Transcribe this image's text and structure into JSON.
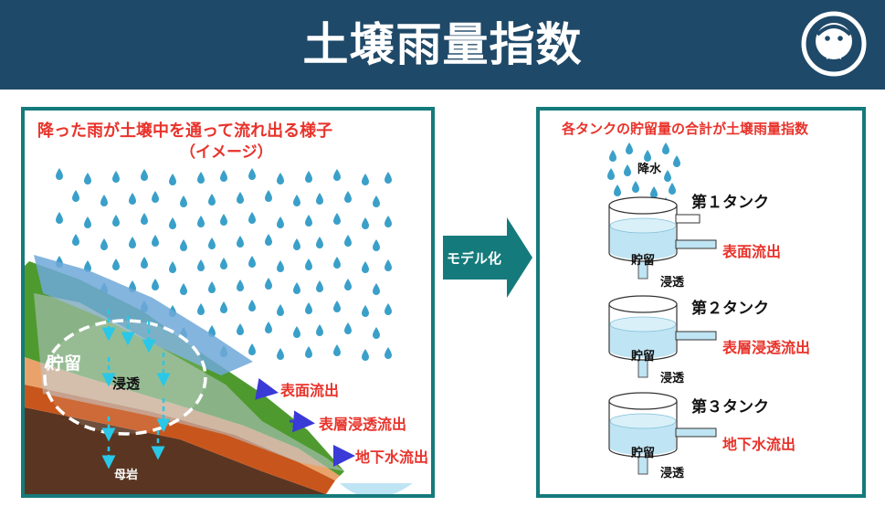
{
  "header": {
    "title": "土壌雨量指数",
    "logo_icon": "mascot-logo-icon",
    "background_color": "#1f4968"
  },
  "left_panel": {
    "caption_line1": "降った雨が土壌中を通って流れ出る様子",
    "caption_line2": "（イメージ）",
    "label_storage": "貯留",
    "label_infiltration": "浸透",
    "label_bedrock": "母岩",
    "flow_surface": "表面流出",
    "flow_subsurface": "表層浸透流出",
    "flow_groundwater": "地下水流出"
  },
  "arrow": {
    "label": "モデル化",
    "color": "#157a7b"
  },
  "right_panel": {
    "caption": "各タンクの貯留量の合計が土壌雨量指数",
    "rain_label": "降水",
    "tanks": [
      {
        "name": "第１タンク",
        "storage": "貯留",
        "outflow": "表面流出",
        "infiltration": "浸透"
      },
      {
        "name": "第２タンク",
        "storage": "貯留",
        "outflow": "表層浸透流出",
        "infiltration": "浸透"
      },
      {
        "name": "第３タンク",
        "storage": "貯留",
        "outflow": "地下水流出",
        "infiltration": "浸透"
      }
    ]
  },
  "colors": {
    "accent_red": "#e8332b",
    "panel_border": "#157a7b",
    "rain_drop": "#3aa0c9",
    "water": "#bfe4f3"
  }
}
